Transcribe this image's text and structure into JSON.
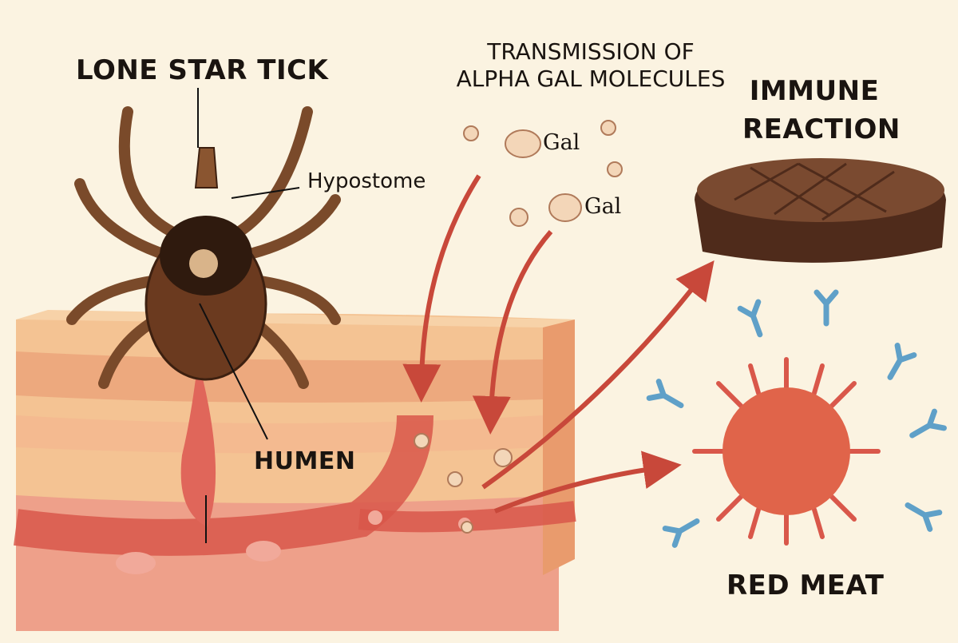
{
  "title_tick": "LONE STAR TICK",
  "label_hypostome": "Hypostome",
  "title_transmission_line1": "TRANSMISSION OF",
  "title_transmission_line2": "ALPHA GAL MOLECULES",
  "molecule_labels": [
    "Gal",
    "Gal"
  ],
  "title_immune_line1": "IMMUNE",
  "title_immune_line2": "REACTION",
  "label_humen": "HUMEN",
  "label_red_meat": "RED MEAT",
  "colors": {
    "background": "#fbf3e1",
    "skin": "#f2b583",
    "tick": "#6b3a1f",
    "arrow": "#c8483a",
    "cell": "#e0644a",
    "antibody": "#5fa0c8",
    "steak": "#5a3221"
  }
}
